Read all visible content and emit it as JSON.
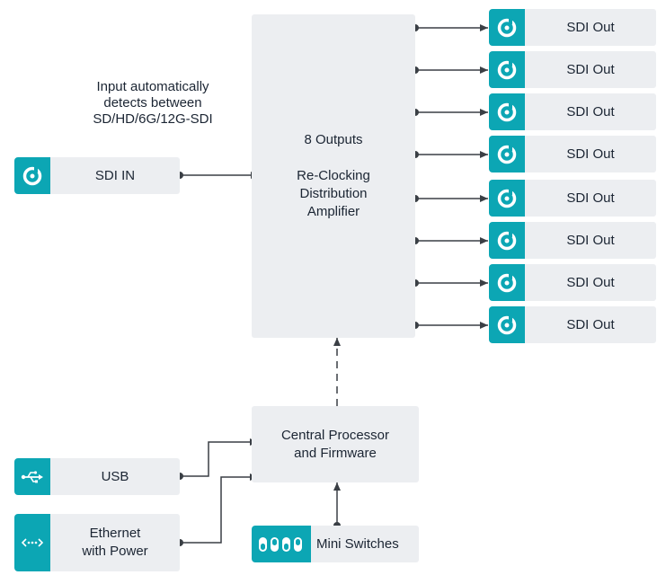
{
  "caption": {
    "line1": "Input automatically",
    "line2": "detects between",
    "line3": "SD/HD/6G/12G-SDI"
  },
  "input": {
    "label": "SDI IN",
    "icon": "bnc-connector-icon"
  },
  "amplifier": {
    "line1": "8 Outputs",
    "line2": "Re-Clocking",
    "line3": "Distribution",
    "line4": "Amplifier"
  },
  "outputs": [
    {
      "label": "SDI Out"
    },
    {
      "label": "SDI Out"
    },
    {
      "label": "SDI Out"
    },
    {
      "label": "SDI Out"
    },
    {
      "label": "SDI Out"
    },
    {
      "label": "SDI Out"
    },
    {
      "label": "SDI Out"
    },
    {
      "label": "SDI Out"
    }
  ],
  "processor": {
    "line1": "Central Processor",
    "line2": "and Firmware"
  },
  "usb": {
    "label": "USB",
    "icon": "usb-icon"
  },
  "ethernet": {
    "line1": "Ethernet",
    "line2": "with Power",
    "icon": "ethernet-icon"
  },
  "switches": {
    "label": "Mini Switches",
    "icon": "dip-switch-icon"
  },
  "colors": {
    "accent": "#0ca6b4",
    "box": "#eceef1",
    "line": "#3a3f45"
  }
}
